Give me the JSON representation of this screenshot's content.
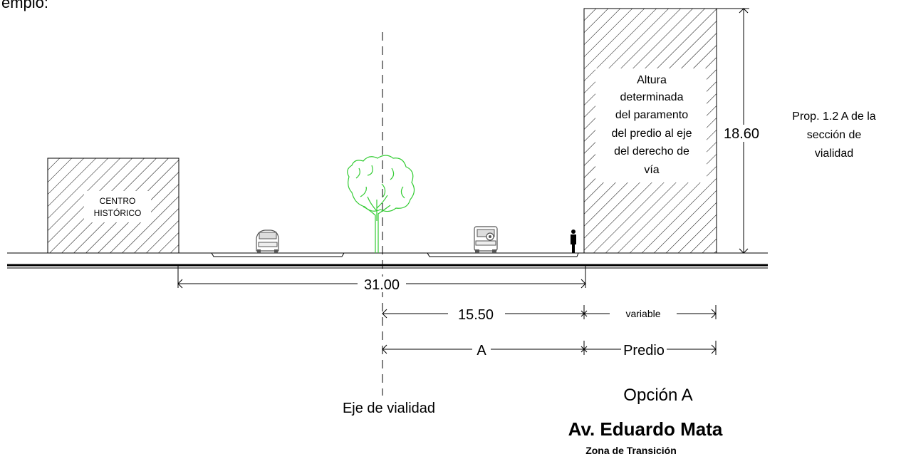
{
  "header_fragment": "emplo:",
  "buildings": {
    "historic": {
      "label_line1": "CENTRO",
      "label_line2": "HISTÓRICO"
    },
    "tower": {
      "label_lines": [
        "Altura",
        "determinada",
        "del paramento",
        "del predio al eje",
        "del derecho de",
        "vía"
      ],
      "height": "18.60"
    }
  },
  "height_note": {
    "lines": [
      "Prop. 1.2 A de la",
      "sección de",
      "vialidad"
    ]
  },
  "dimensions": {
    "total_width": "31.00",
    "half_width": "15.50",
    "lot_depth": "variable",
    "half_width_symbol": "A",
    "lot_label": "Predio"
  },
  "axis_label": "Eje de vialidad",
  "option_label": "Opción A",
  "street_name": "Av. Eduardo Mata",
  "zone": "Zona de Transición",
  "colors": {
    "tree": "#33cc33",
    "line": "#000000",
    "hatch": "#000000",
    "vehicle": "#555555"
  }
}
